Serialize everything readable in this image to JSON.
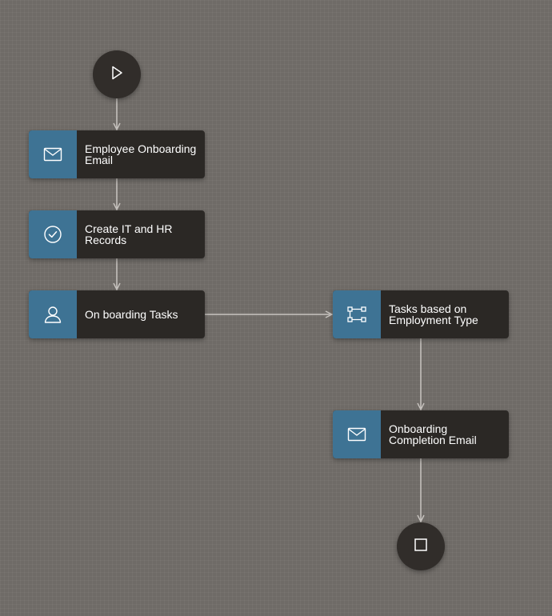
{
  "flow": {
    "start": {
      "icon": "play-icon"
    },
    "end": {
      "icon": "stop-square-icon"
    },
    "nodes": [
      {
        "id": "employee-onboarding-email",
        "label": "Employee Onboarding\nEmail",
        "icon": "envelope-icon"
      },
      {
        "id": "create-it-hr-records",
        "label": "Create IT and HR\nRecords",
        "icon": "check-circle-icon"
      },
      {
        "id": "on-boarding-tasks",
        "label": "On boarding Tasks",
        "icon": "user-icon"
      },
      {
        "id": "tasks-employment-type",
        "label": "Tasks based on\nEmployment Type",
        "icon": "flow-branch-icon"
      },
      {
        "id": "onboarding-completion-email",
        "label": "Onboarding\nCompletion Email",
        "icon": "envelope-icon"
      }
    ]
  },
  "colors": {
    "canvas": "#6f6b67",
    "node_body": "#2b2825",
    "icon_tile": "#3e7394",
    "connector": "#c8c4c0",
    "text": "#ffffff"
  }
}
